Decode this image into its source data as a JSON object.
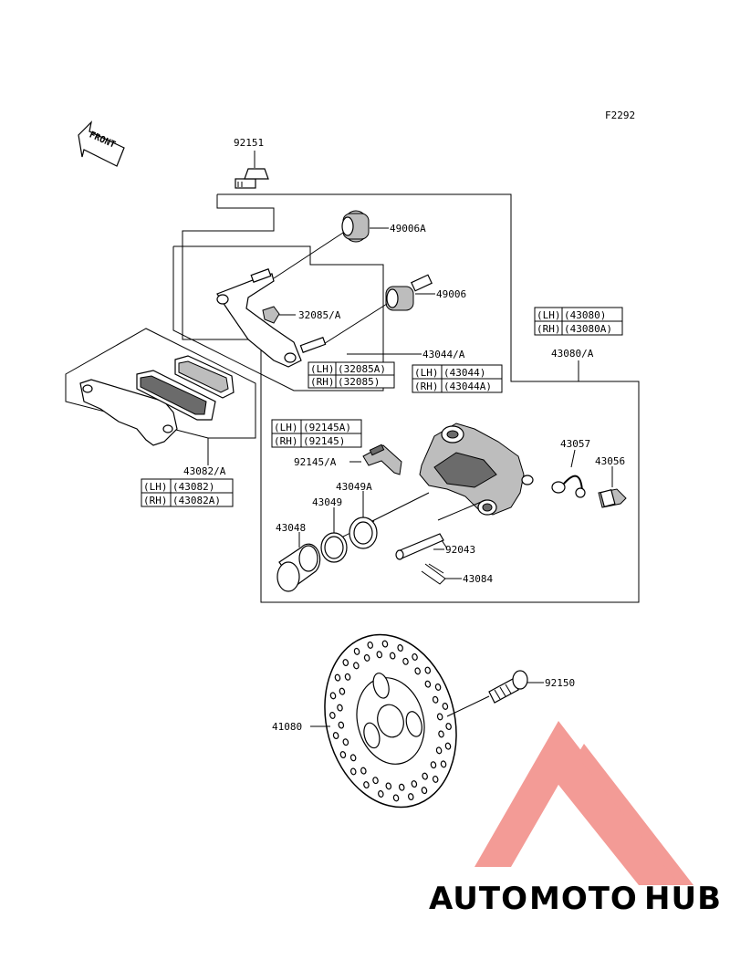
{
  "figure_code": "F2292",
  "front_label": "FRONT",
  "parts": {
    "p92151": "92151",
    "p49006A": "49006A",
    "p49006": "49006",
    "p32085A": "32085/A",
    "p43044A": "43044/A",
    "p43080A": "43080/A",
    "p43082A": "43082/A",
    "p92145A": "92145/A",
    "p43049A": "43049A",
    "p43049": "43049",
    "p43048": "43048",
    "p43057": "43057",
    "p43056": "43056",
    "p92043": "92043",
    "p43084": "43084",
    "p92150": "92150",
    "p41080": "41080"
  },
  "variant_tables": {
    "t32085": [
      [
        "(LH)",
        "(32085A)"
      ],
      [
        "(RH)",
        "(32085)"
      ]
    ],
    "t43044": [
      [
        "(LH)",
        "(43044)"
      ],
      [
        "(RH)",
        "(43044A)"
      ]
    ],
    "t43080": [
      [
        "(LH)",
        "(43080)"
      ],
      [
        "(RH)",
        "(43080A)"
      ]
    ],
    "t43082": [
      [
        "(LH)",
        "(43082)"
      ],
      [
        "(RH)",
        "(43082A)"
      ]
    ],
    "t92145": [
      [
        "(LH)",
        "(92145A)"
      ],
      [
        "(RH)",
        "(92145)"
      ]
    ]
  },
  "watermark": {
    "part1": "AUTO",
    "part2": "MOTO",
    "part3": "HUB",
    "color1": "#f6c36a",
    "color2": "#f08a84",
    "color3": "#8a8a8a",
    "logo_color": "#f28a84"
  }
}
